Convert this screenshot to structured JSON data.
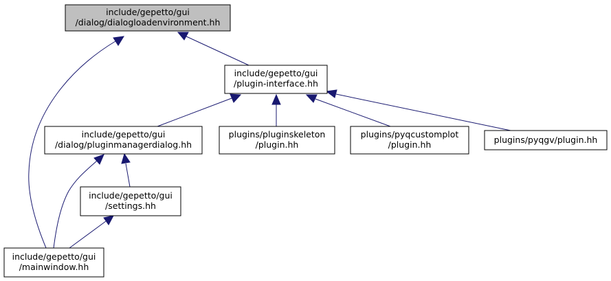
{
  "nodes": {
    "dialogloadenvironment": {
      "line1": "include/gepetto/gui",
      "line2": "/dialog/dialogloadenvironment.hh",
      "fill": "#bfbfbf"
    },
    "plugin_interface": {
      "line1": "include/gepetto/gui",
      "line2": "/plugin-interface.hh",
      "fill": "#ffffff"
    },
    "pluginmanagerdialog": {
      "line1": "include/gepetto/gui",
      "line2": "/dialog/pluginmanagerdialog.hh",
      "fill": "#ffffff"
    },
    "pluginskeleton": {
      "line1": "plugins/pluginskeleton",
      "line2": "/plugin.hh",
      "fill": "#ffffff"
    },
    "pyqcustomplot": {
      "line1": "plugins/pyqcustomplot",
      "line2": "/plugin.hh",
      "fill": "#ffffff"
    },
    "pyqgv": {
      "line1": "plugins/pyqgv/plugin.hh",
      "fill": "#ffffff"
    },
    "settings": {
      "line1": "include/gepetto/gui",
      "line2": "/settings.hh",
      "fill": "#ffffff"
    },
    "mainwindow": {
      "line1": "include/gepetto/gui",
      "line2": "/mainwindow.hh",
      "fill": "#ffffff"
    }
  },
  "edges": [
    {
      "from": "plugin_interface",
      "to": "dialogloadenvironment"
    },
    {
      "from": "mainwindow",
      "to": "dialogloadenvironment"
    },
    {
      "from": "pluginmanagerdialog",
      "to": "plugin_interface"
    },
    {
      "from": "pluginskeleton",
      "to": "plugin_interface"
    },
    {
      "from": "pyqcustomplot",
      "to": "plugin_interface"
    },
    {
      "from": "pyqgv",
      "to": "plugin_interface"
    },
    {
      "from": "settings",
      "to": "pluginmanagerdialog"
    },
    {
      "from": "mainwindow",
      "to": "pluginmanagerdialog"
    },
    {
      "from": "mainwindow",
      "to": "settings"
    }
  ],
  "colors": {
    "edge": "#191970",
    "border": "#000000",
    "highlight": "#bfbfbf"
  }
}
